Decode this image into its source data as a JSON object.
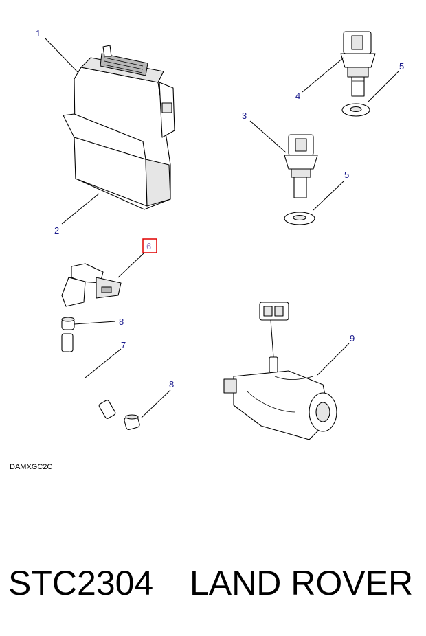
{
  "diagram": {
    "callouts": {
      "c1": "1",
      "c2": "2",
      "c3": "3",
      "c4": "4",
      "c5a": "5",
      "c5b": "5",
      "c6": "6",
      "c7": "7",
      "c8a": "8",
      "c8b": "8",
      "c9": "9"
    },
    "highlighted_callout": "6",
    "highlight_color": "#e00000",
    "callout_color": "#1a1a8c",
    "reference_code": "DAMXGC2C"
  },
  "footer": {
    "part_number": "STC2304",
    "brand": "LAND ROVER"
  }
}
